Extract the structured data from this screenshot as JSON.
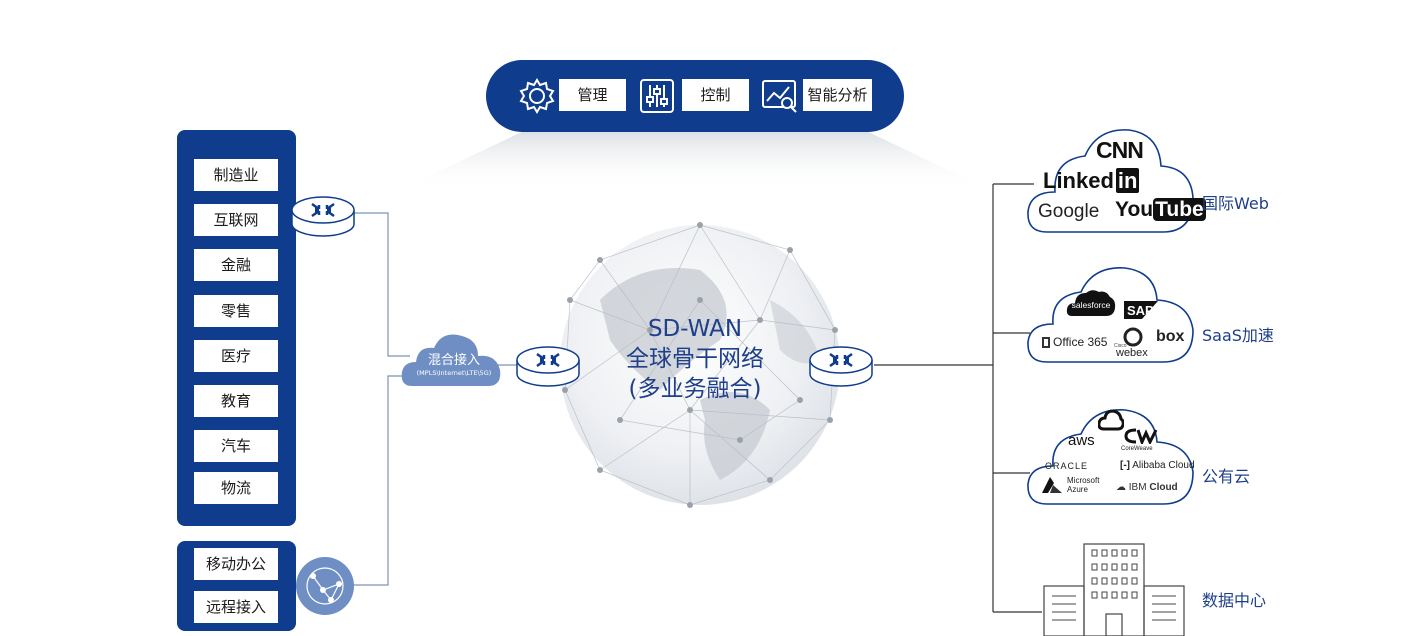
{
  "top_bar": {
    "items": [
      {
        "label": "管理",
        "icon": "gear-icon"
      },
      {
        "label": "控制",
        "icon": "sliders-icon"
      },
      {
        "label": "智能分析",
        "icon": "analytics-icon"
      }
    ]
  },
  "industries": [
    "制造业",
    "互联网",
    "金融",
    "零售",
    "医疗",
    "教育",
    "汽车",
    "物流"
  ],
  "mobile": [
    "移动办公",
    "远程接入"
  ],
  "hybrid_access": {
    "label": "混合接入",
    "sub": "(MPLS\\Internet\\LTE\\5G)"
  },
  "core": {
    "line1": "SD-WAN",
    "line2": "全球骨干网络",
    "line3": "(多业务融合)"
  },
  "destinations": {
    "web": {
      "label": "国际Web",
      "logos": [
        "CNN",
        "Linked",
        "in",
        "Google",
        "You",
        "Tube"
      ]
    },
    "saas": {
      "label": "SaaS加速",
      "logos": [
        "salesforce",
        "SAP",
        "Office 365",
        "webex",
        "box",
        "Cisco"
      ]
    },
    "cloud": {
      "label": "公有云",
      "logos": [
        "aws",
        "CoreWeave",
        "ORACLE",
        "Alibaba Cloud",
        "Microsoft",
        "Azure",
        "IBM",
        "Cloud"
      ]
    },
    "datacenter": {
      "label": "数据中心"
    }
  },
  "colors": {
    "navy": "#0f3c8c",
    "accent_text": "#1e3f8a",
    "hybrid_cloud": "#6f8fc4",
    "line": "#5b7aa8"
  }
}
